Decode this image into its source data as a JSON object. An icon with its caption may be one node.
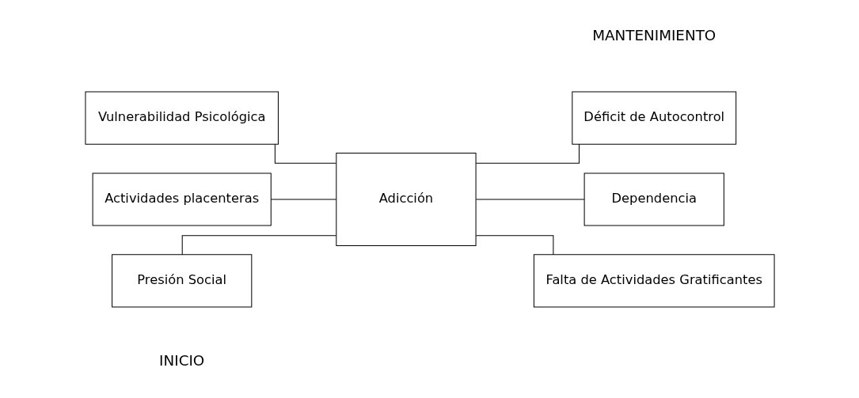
{
  "diagram": {
    "nodes": [
      {
        "text": [
          "Vulnerabilidad Psicológica"
        ]
      },
      {
        "text": [
          "Actividades placenteras"
        ]
      },
      {
        "text": [
          "Presión Social"
        ]
      },
      {
        "text": [
          "Adicción"
        ]
      },
      {
        "text": [
          "Déficit de Autocontrol"
        ]
      },
      {
        "text": [
          "Dependencia"
        ]
      },
      {
        "text": [
          "Falta de Actividades Gratificantes"
        ]
      }
    ],
    "edges": [
      {
        "from": 0,
        "to": 3,
        "arrow": "none"
      },
      {
        "from": 1,
        "to": 3,
        "arrow": "none"
      },
      {
        "from": 2,
        "to": 3,
        "arrow": "none"
      },
      {
        "from": 3,
        "to": 4,
        "arrow": "none"
      },
      {
        "from": 3,
        "to": 5,
        "arrow": "none"
      },
      {
        "from": 3,
        "to": 6,
        "arrow": "none"
      }
    ],
    "labels": [
      "INICIO",
      "MANTENIMIENTO"
    ]
  }
}
